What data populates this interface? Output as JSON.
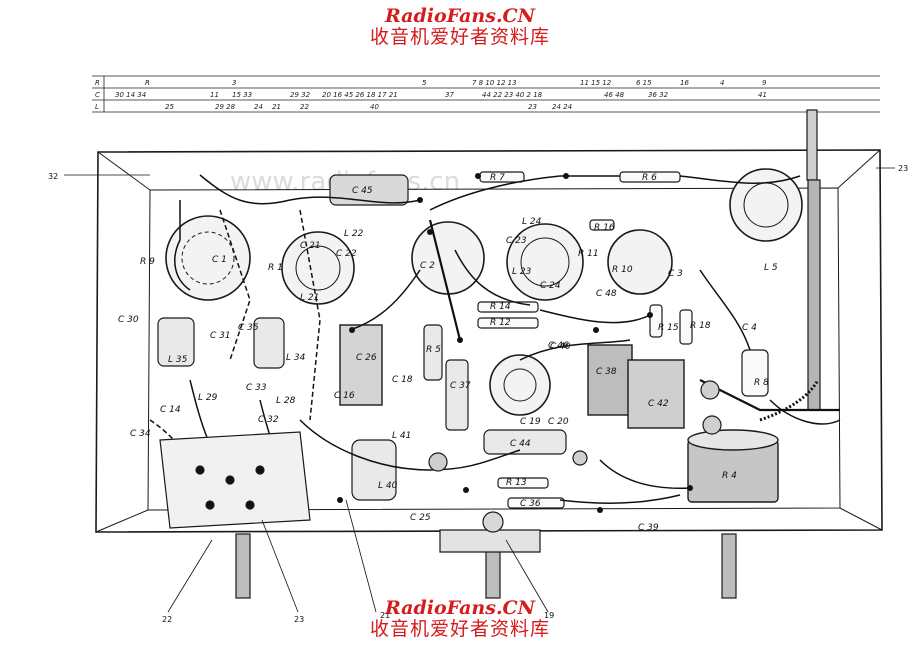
{
  "watermark": {
    "top_site": "RadioFans.CN",
    "top_cn": "收音机爱好者资料库",
    "bottom_site": "RadioFans.CN",
    "bottom_cn": "收音机爱好者资料库",
    "ghost_text": "www.radiofans.cn",
    "color": "#d51c1c"
  },
  "ruler": {
    "row_keys": [
      "R",
      "C",
      "L"
    ],
    "row_r": [
      "R",
      "3",
      "5",
      "7  8  10  12  13",
      "11 15 12",
      "6 15",
      "16",
      "4",
      "9"
    ],
    "row_c": [
      "30 14 34",
      "11",
      "15 33",
      "29 32",
      "20 16 45 26 18 17 21",
      "37",
      "44 22 23 40 2 18",
      "46 48",
      "36 32",
      "41"
    ],
    "row_l": [
      "25",
      "29 28",
      "24",
      "21",
      "22",
      "40",
      "23",
      "24 24"
    ]
  },
  "callouts": {
    "left": "32",
    "right": "23",
    "b1": "22",
    "b2": "23",
    "b3": "21",
    "b4": "19"
  },
  "components": {
    "C1": "C 1",
    "C2": "C 2",
    "C3": "C 3",
    "C4": "C 4",
    "C45": "C 45",
    "L21": "L 21",
    "L22": "L 22",
    "L23": "L 23",
    "L24": "L 24",
    "C21": "C 21",
    "C22": "C 22",
    "C23": "C 23",
    "C24": "C 24",
    "R7": "R 7",
    "R6": "R 6",
    "R9": "R 9",
    "R1": "R 1",
    "R16": "R 16",
    "R11": "R 11",
    "R10": "R 10",
    "R14": "R 14",
    "R12": "R 12",
    "R15": "R 15",
    "R18": "R 18",
    "R5": "R 5",
    "R8": "R 8",
    "R13": "R 13",
    "R4": "R 4",
    "C30": "C 30",
    "C31": "C 31",
    "C35": "C 35",
    "L35": "L 35",
    "L34": "L 34",
    "C26": "C 26",
    "C16": "C 16",
    "C18": "C 18",
    "C37": "C 37",
    "C40": "C 40",
    "C38": "C 38",
    "C42": "C 42",
    "C19": "C 19",
    "C20": "C 20",
    "C44": "C 44",
    "C14": "C 14",
    "L29": "L 29",
    "C33": "C 33",
    "L28": "L 28",
    "C32": "C 32",
    "C34": "C 34",
    "L41": "L 41",
    "L40": "L 40",
    "C25": "C 25",
    "C36": "C 36",
    "C39": "C 39",
    "C48": "C 48",
    "C46": "C 46",
    "L5": "L 5"
  }
}
